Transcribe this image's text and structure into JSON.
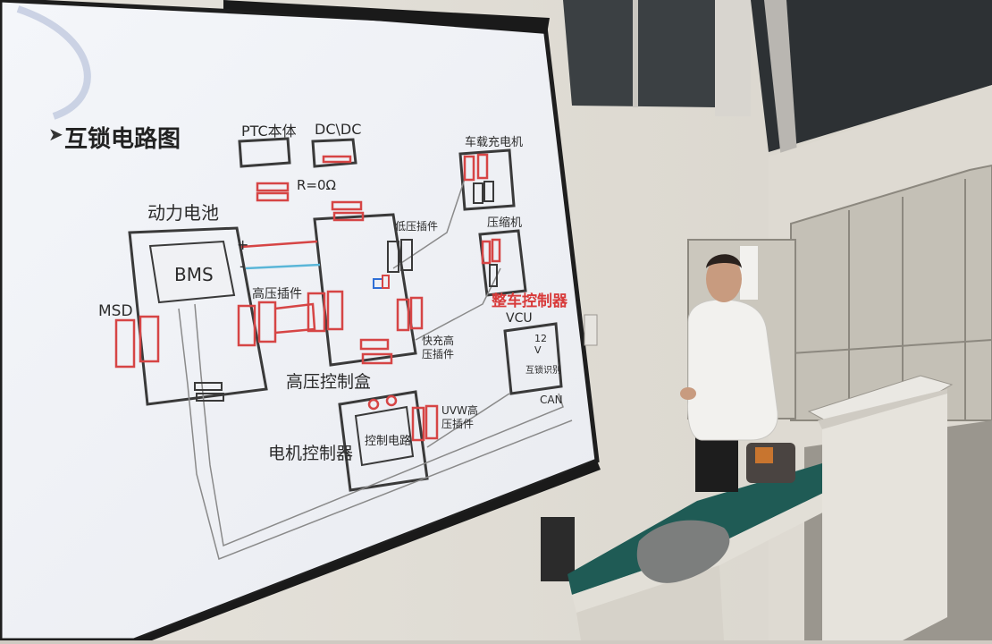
{
  "slide": {
    "title": "互锁电路图",
    "labels": {
      "ptc": "PTC本体",
      "dcdc": "DC\\DC",
      "r0": "R=0Ω",
      "battery": "动力电池",
      "bms": "BMS",
      "msd": "MSD",
      "hv_plug": "高压插件",
      "hv_box": "高压控制盒",
      "lv_plug": "低压插件",
      "charger": "车载充电机",
      "compressor": "压缩机",
      "vcu_cn": "整车控制器",
      "vcu": "VCU",
      "fast_charge": "快充高\n压插件",
      "motor_ctrl": "电机控制器",
      "ctrl_circuit": "控制电路",
      "uvw": "UVW高\n压插件",
      "can": "CAN",
      "v12": "12\nV",
      "interlock_id": "互锁识别",
      "plus": "+",
      "minus": "-"
    }
  }
}
